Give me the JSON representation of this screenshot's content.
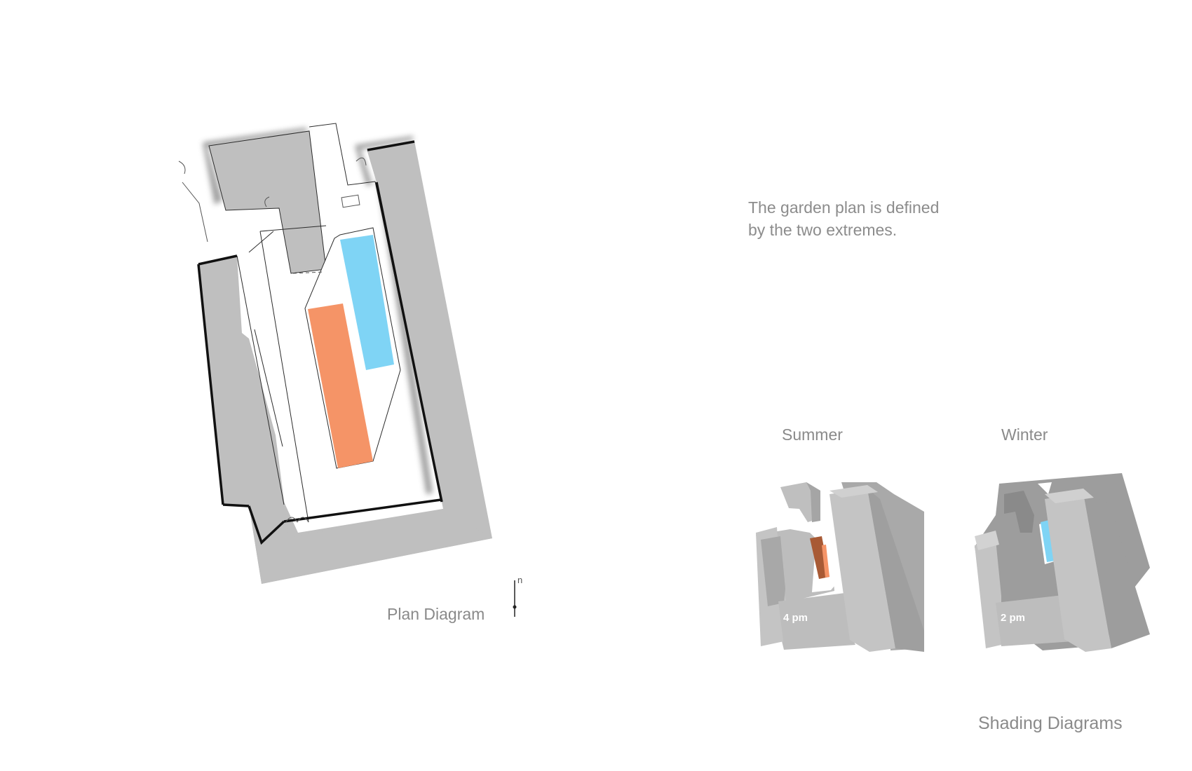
{
  "intro": {
    "line1": "The garden plan is defined",
    "line2": "by the two extremes."
  },
  "plan": {
    "caption": "Plan Diagram",
    "north_label": "n"
  },
  "shading": {
    "caption": "Shading Diagrams",
    "summer": {
      "label": "Summer",
      "time": "4 pm"
    },
    "winter": {
      "label": "Winter",
      "time": "2 pm"
    }
  },
  "colors": {
    "building": "#bfbfbf",
    "building_dark": "#9d9d9d",
    "shadow": "#a6a6a6",
    "orange_bed": "#f59467",
    "blue_pool": "#7fd4f5",
    "text": "#8a8a8a"
  }
}
